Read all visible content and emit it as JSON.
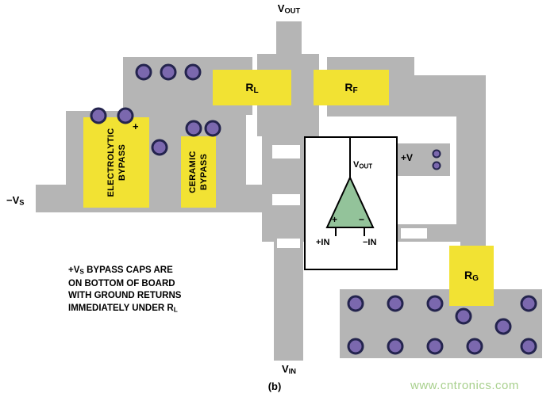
{
  "labels": {
    "vout_top": {
      "v": "V",
      "sub": "OUT"
    },
    "vin_bottom": {
      "v": "V",
      "sub": "IN"
    },
    "neg_vs": {
      "v": "−V",
      "sub": "S"
    },
    "plus_v": "+V",
    "figure": "(b)"
  },
  "components": {
    "rl": {
      "v": "R",
      "sub": "L"
    },
    "rf": {
      "v": "R",
      "sub": "F"
    },
    "rg": {
      "v": "R",
      "sub": "G"
    },
    "electrolytic": {
      "line1": "ELECTROLYTIC",
      "line2": "BYPASS",
      "polarity": "+"
    },
    "ceramic": {
      "line1": "CERAMIC",
      "line2": "BYPASS"
    }
  },
  "opamp": {
    "vout": {
      "v": "V",
      "sub": "OUT"
    },
    "plus": "+",
    "minus": "−",
    "plus_in": "+IN",
    "minus_in": "−IN"
  },
  "note": {
    "l1a": "+V",
    "l1sub": "S",
    "l1b": " BYPASS CAPS ARE",
    "l2": "ON BOTTOM OF BOARD",
    "l3": "WITH GROUND RETURNS",
    "l4a": "IMMEDIATELY UNDER R",
    "l4sub": "L"
  },
  "watermark": "www.cntronics.com",
  "colors": {
    "copper_gray": "#b5b5b5",
    "component_yellow": "#f2e233",
    "pad_purple": "#7b68ae",
    "pad_outline": "#24244e",
    "opamp_green": "#93c39a",
    "watermark_green": "#a8d08d"
  }
}
